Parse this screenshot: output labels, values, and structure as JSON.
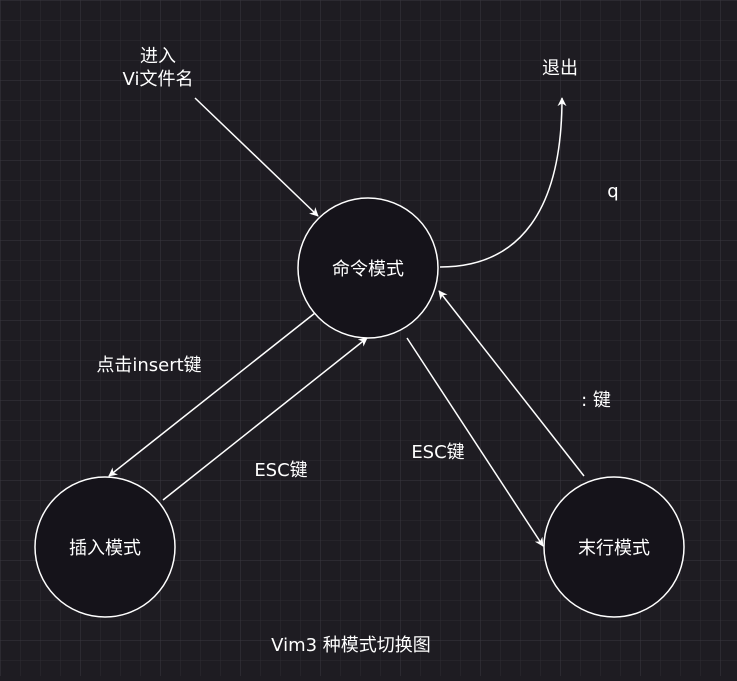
{
  "diagram": {
    "caption": "Vim3 种模式切换图",
    "nodes": {
      "command": "命令模式",
      "insert": "插入模式",
      "lastline": "末行模式"
    },
    "labels": {
      "enter_line1": "进入",
      "enter_line2": "Vi文件名",
      "quit": "退出",
      "q_key": "q",
      "click_insert": "点击insert键",
      "esc_left": "ESC键",
      "esc_right": "ESC键",
      "colon_key": ": 键"
    }
  },
  "colors": {
    "background": "#1e1c22",
    "grid": "#3a3840",
    "node_fill": "#15131a",
    "stroke": "#ffffff"
  }
}
